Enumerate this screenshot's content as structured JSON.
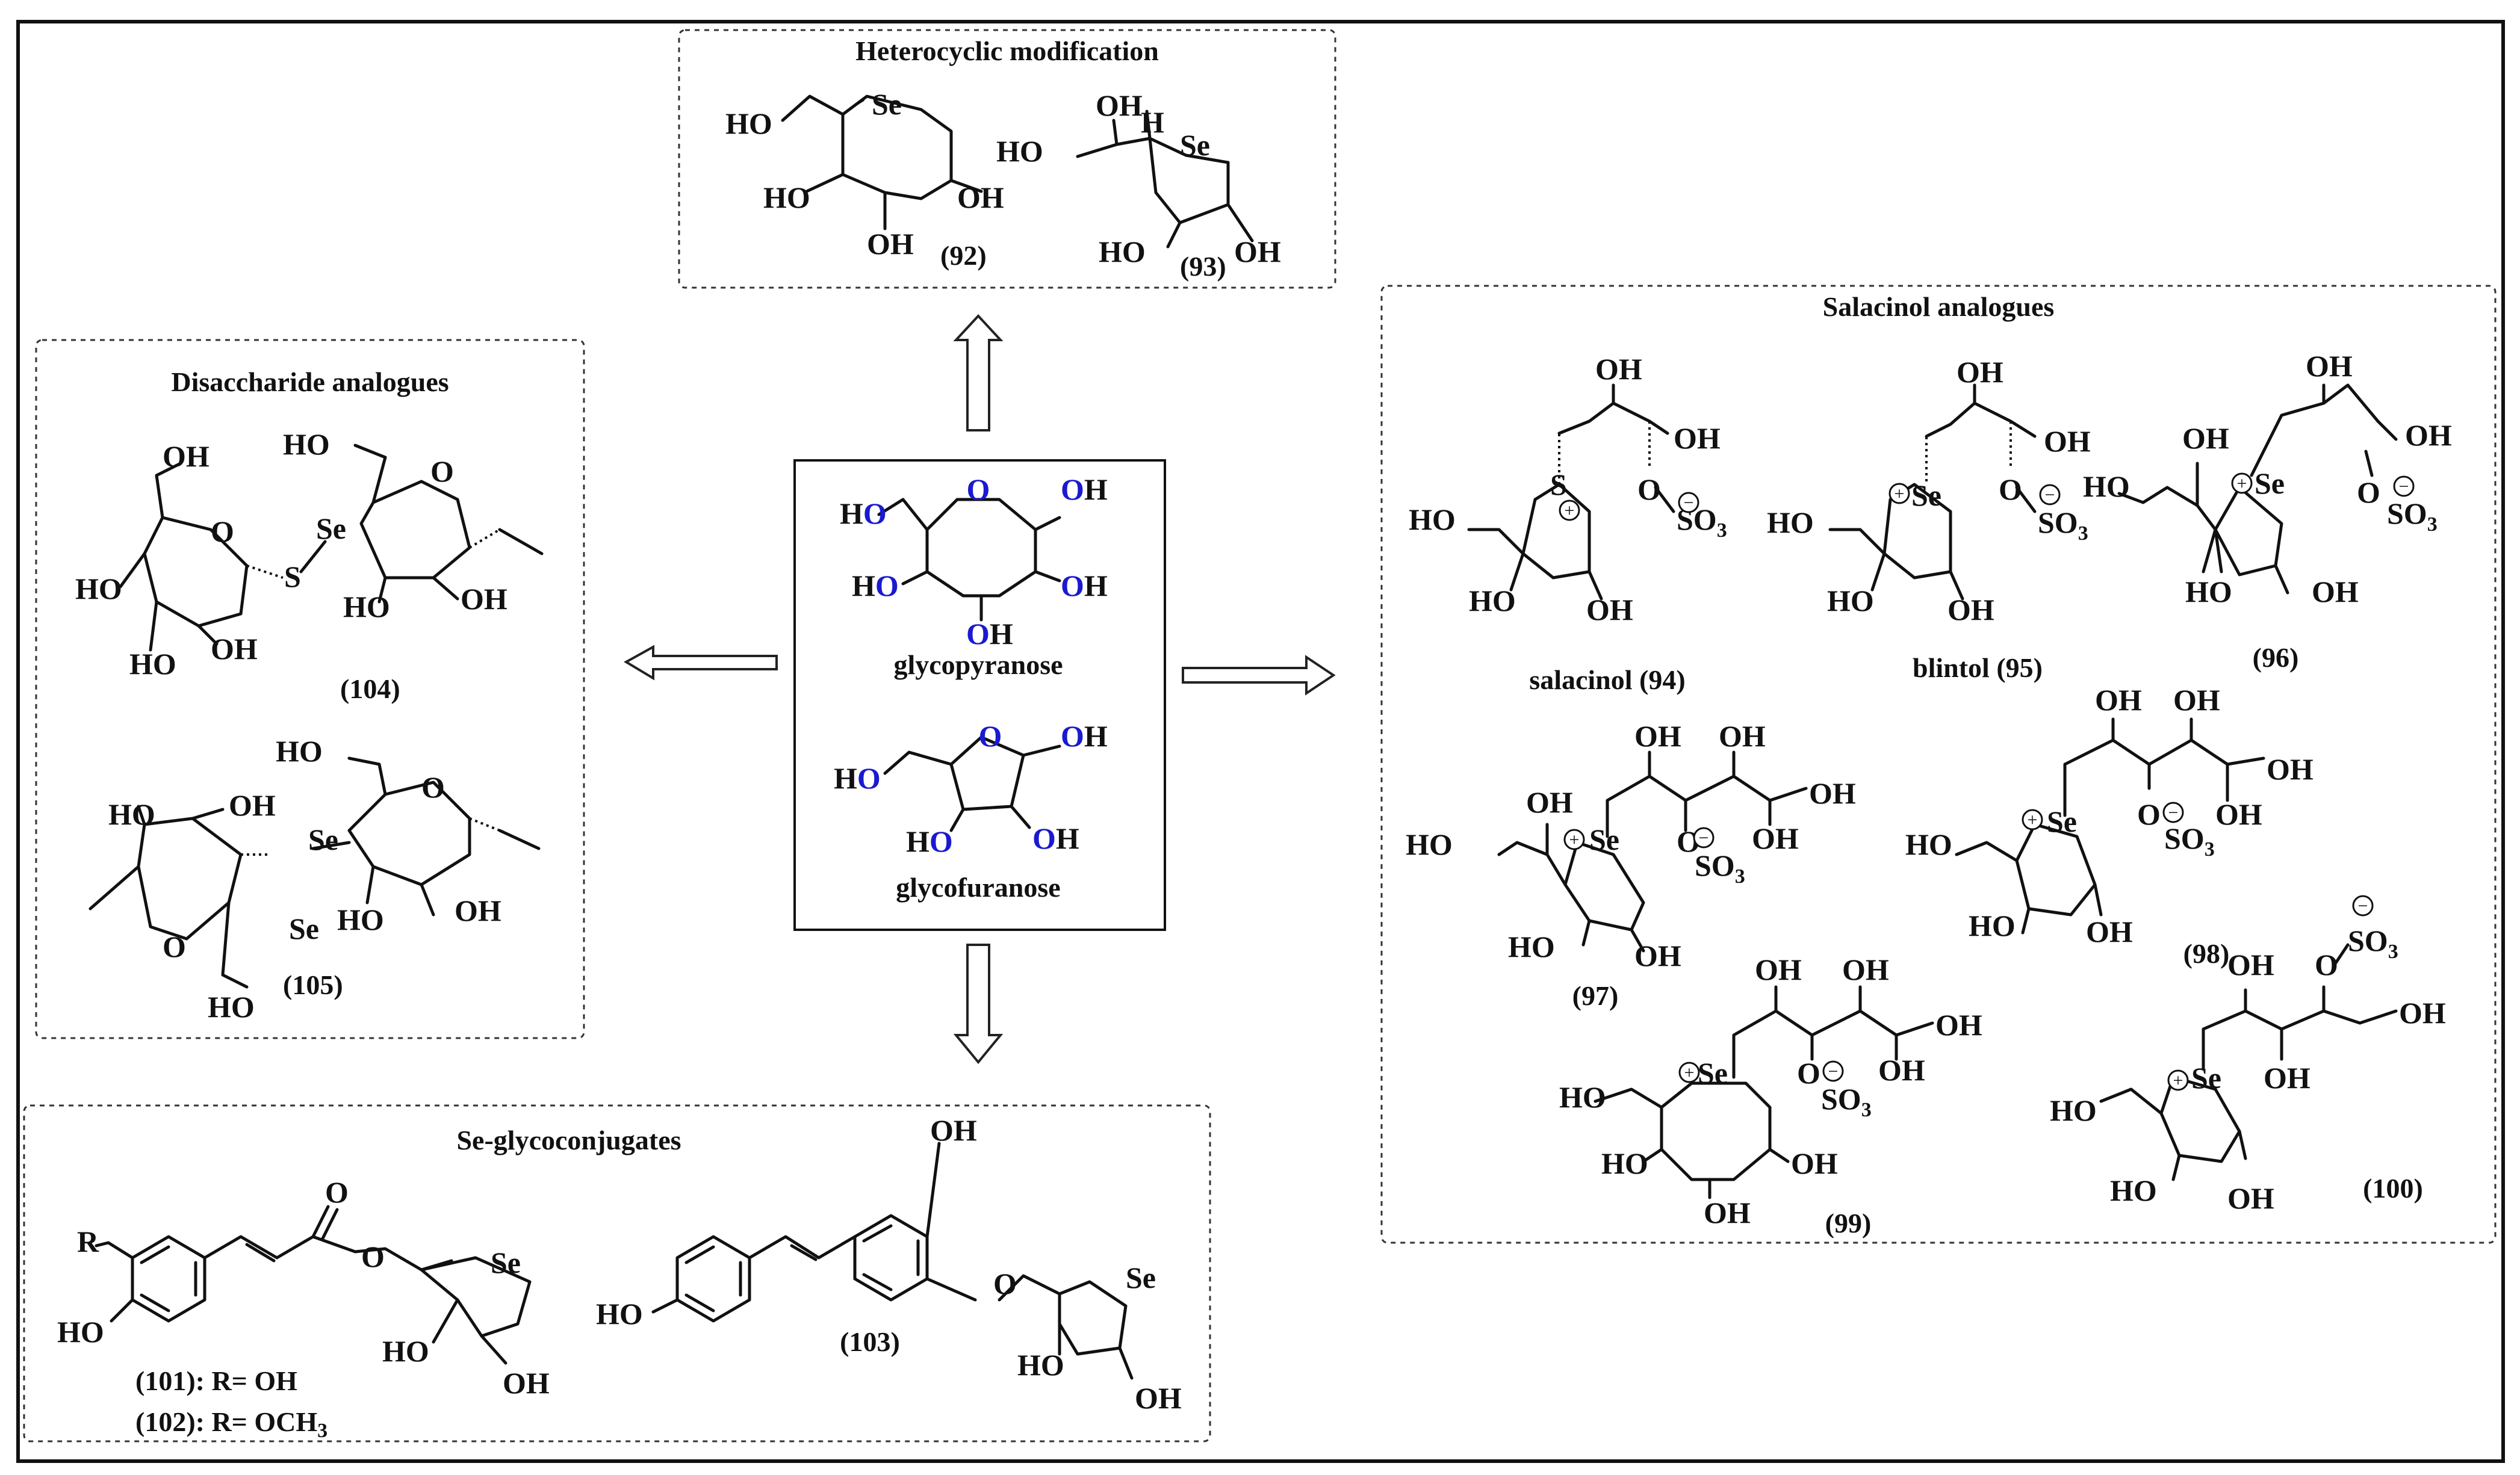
{
  "panels": {
    "heterocyclic": {
      "title": "Heterocyclic modification",
      "labels": [
        "(92)",
        "(93)"
      ]
    },
    "disaccharide": {
      "title": "Disaccharide analogues",
      "labels": [
        "(104)",
        "(105)"
      ]
    },
    "salacinol": {
      "title": "Salacinol analogues",
      "labels": [
        "salacinol (94)",
        "blintol (95)",
        "(96)",
        "(97)",
        "(98)",
        "(99)",
        "(100)"
      ]
    },
    "seglyco": {
      "title": "Se-glycoconjugates",
      "labels": [
        "(103)"
      ],
      "r_lines": [
        "(101): R= OH",
        "(102): R= OCH"
      ],
      "r_sub": "3"
    }
  },
  "center": {
    "top_label": "glycopyranose",
    "bottom_label": "glycofuranose"
  },
  "atoms": {
    "ho": "HO",
    "oh": "OH",
    "o": "O",
    "h": "H",
    "s": "S",
    "se": "Se",
    "so": "SO",
    "so_sub": "3",
    "r": "R",
    "hetero_o": "O",
    "hetero_h": "H"
  },
  "charges": {
    "plus": "+",
    "minus": "−"
  },
  "icons": [
    "arrow-up-icon",
    "arrow-down-icon",
    "arrow-left-icon",
    "arrow-right-icon"
  ]
}
